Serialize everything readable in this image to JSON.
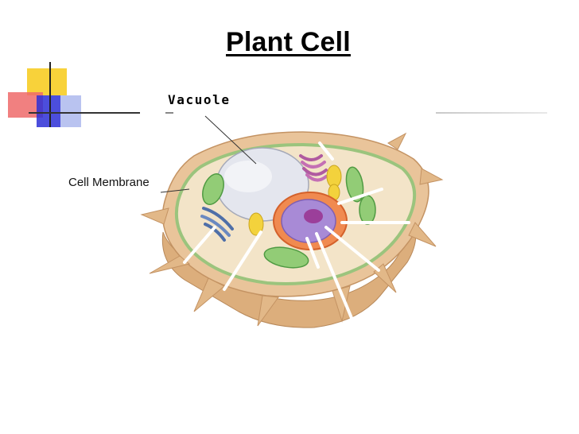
{
  "title": "Plant Cell",
  "labels": {
    "vacuole": "Vacuole",
    "cell_membrane": "Cell Membrane"
  },
  "colors": {
    "accent_yellow": "#f8d23a",
    "accent_red": "#ef6a6a",
    "accent_blue": "#2d2fd6",
    "cell_wall": "#e9c49a",
    "cytoplasm": "#f2e4c9",
    "vacuole": "#e6e8ef",
    "nucleus": "#a98ad8",
    "chloroplast": "#8fc874"
  }
}
